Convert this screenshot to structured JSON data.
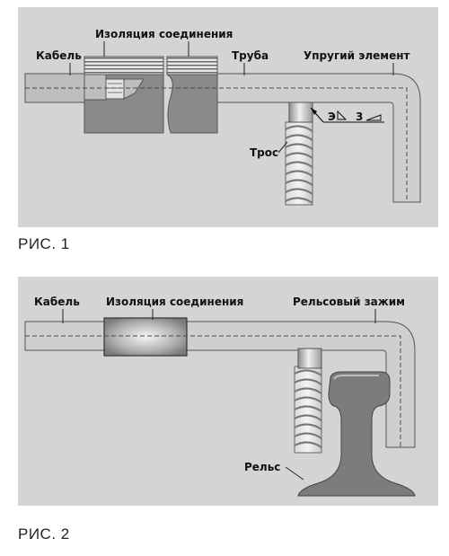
{
  "figure1": {
    "labels": {
      "insulation": "Изоляция соединения",
      "cable": "Кабель",
      "pipe": "Труба",
      "elastic": "Упругий элемент",
      "rope": "Трос",
      "symbol_e": "Э",
      "symbol_3": "3"
    },
    "caption": "РИС. 1"
  },
  "figure2": {
    "labels": {
      "cable": "Кабель",
      "insulation": "Изоляция соединения",
      "clamp": "Рельсовый зажим",
      "rail": "Рельс"
    },
    "caption": "РИС. 2"
  }
}
